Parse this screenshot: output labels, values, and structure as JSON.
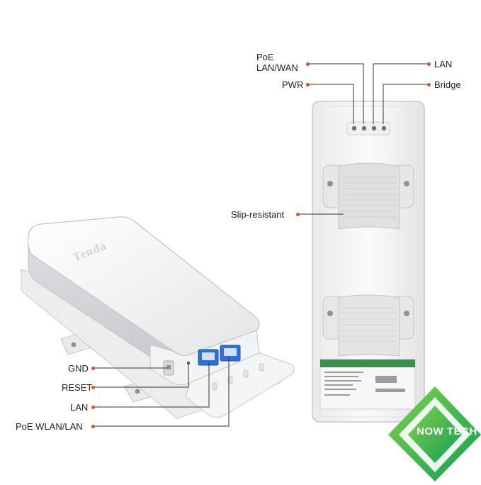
{
  "callouts": {
    "poe_lan_wan": [
      "PoE",
      "LAN/WAN"
    ],
    "pwr": "PWR",
    "lan_top": "LAN",
    "bridge": "Bridge",
    "slip_resistant": "Slip-resistant",
    "gnd": "GND",
    "reset": "RESET",
    "lan_bottom": "LAN",
    "poe_wlan_lan": "PoE WLAN/LAN"
  },
  "device": {
    "brand_logo": "Tenda"
  },
  "watermark": {
    "text": "NOW TECH"
  },
  "colors": {
    "accent_dot": "#d9541e",
    "port_blue": "#2f6fd6",
    "logo_green": "#1fa04a"
  }
}
